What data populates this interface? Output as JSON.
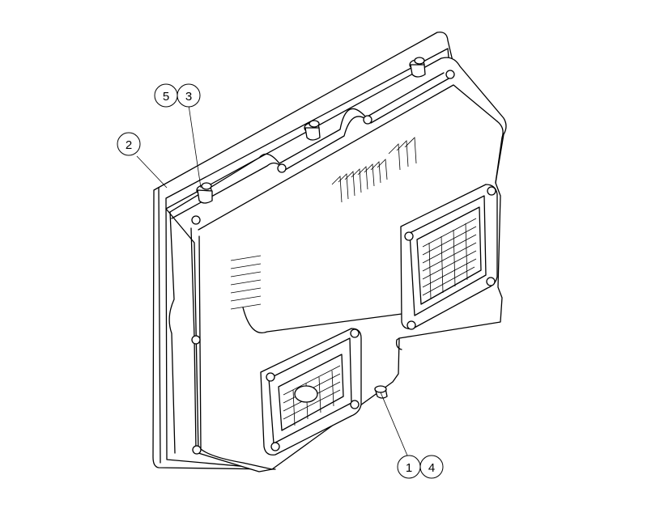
{
  "callouts": {
    "c5": "5",
    "c3": "3",
    "c2": "2",
    "c1": "1",
    "c4": "4"
  },
  "colors": {
    "line": "#000000",
    "background": "#ffffff"
  }
}
